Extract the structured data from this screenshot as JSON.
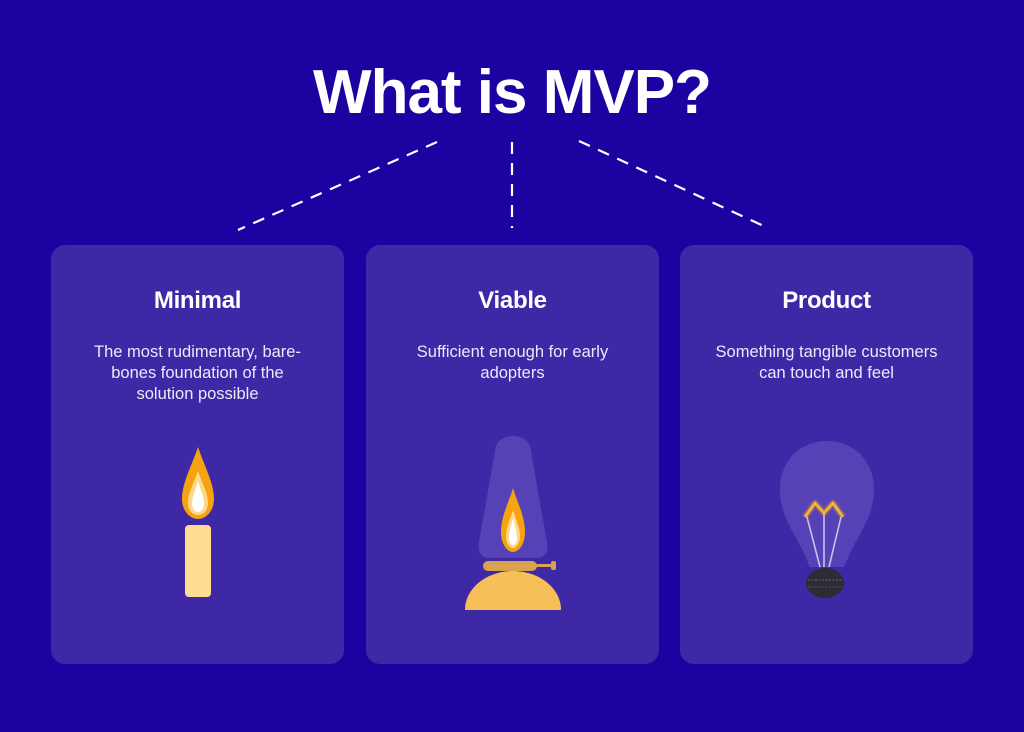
{
  "title": "What is MVP?",
  "colors": {
    "background": "#1a03a0",
    "card": "#3f28a6",
    "text": "#ffffff",
    "flame_outer": "#f5a30e",
    "flame_inner": "#ffffff",
    "candle_wax": "#fddd92",
    "lamp_base": "#f7bf58",
    "lamp_collar": "#d9a24e",
    "bulb_glass": "#5a45b8",
    "bulb_base": "#2d2b33",
    "filament": "#f7b32b"
  },
  "cards": [
    {
      "title": "Minimal",
      "description": "The most rudimentary, bare-bones foundation of the solution possible",
      "icon": "candle-icon"
    },
    {
      "title": "Viable",
      "description": "Sufficient enough for early adopters",
      "icon": "oil-lamp-icon"
    },
    {
      "title": "Product",
      "description": "Something tangible customers can touch and feel",
      "icon": "light-bulb-icon"
    }
  ]
}
